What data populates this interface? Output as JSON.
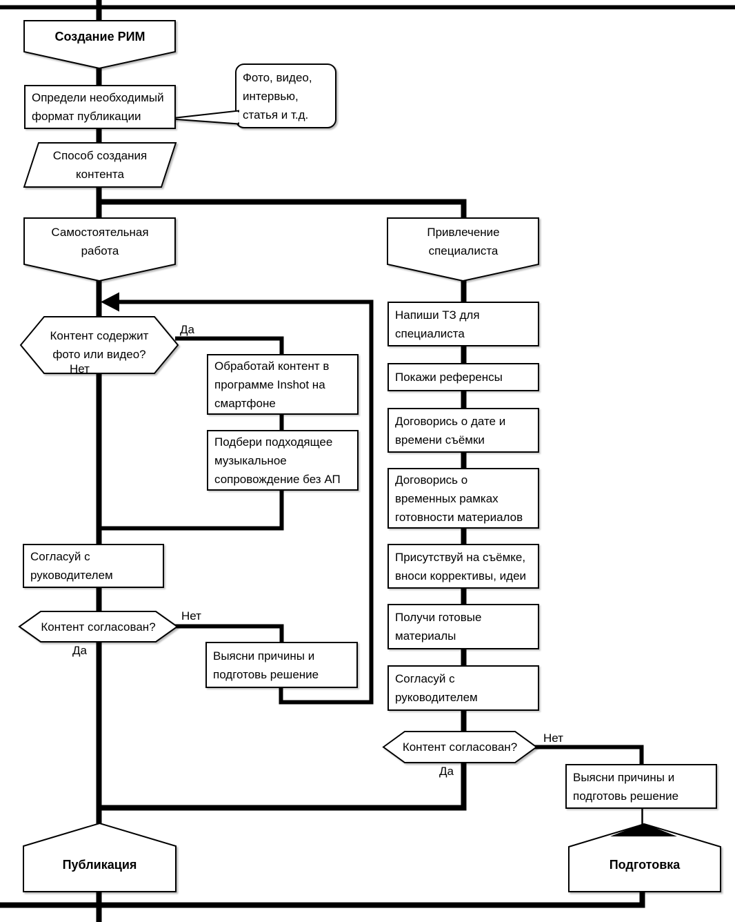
{
  "diagram": {
    "title": "Создание РИМ",
    "background_color": "#ffffff",
    "line_color": "#000000",
    "shape_fill": "#ffffff",
    "nodes": {
      "start": {
        "type": "banner",
        "label": "Создание РИМ"
      },
      "format": {
        "type": "process",
        "label": "Определи необходимый\nформат публикации"
      },
      "format_note": {
        "type": "callout",
        "label": "Фото, видео,\nинтервью,\nстатья и т.д."
      },
      "method": {
        "type": "data",
        "label": "Способ создания\nконтента"
      },
      "self_work": {
        "type": "banner",
        "label": "Самостоятельная\nработа"
      },
      "hire_specialist": {
        "type": "banner",
        "label": "Привлечение\nспециалиста"
      },
      "has_media": {
        "type": "decision",
        "label": "Контент содержит\nфото или видео?"
      },
      "edit_inshot": {
        "type": "process",
        "label": "Обработай контент в\nпрограмме Inshot на\nсмартфоне"
      },
      "pick_music": {
        "type": "process",
        "label": "Подбери подходящее\nмузыкальное\nсопровождение без АП"
      },
      "approve_left": {
        "type": "process",
        "label": "Согласуй с\nруководителем"
      },
      "approved_left": {
        "type": "decision",
        "label": "Контент согласован?"
      },
      "reasons_left": {
        "type": "process",
        "label": "Выясни причины и\nподготовь решение"
      },
      "write_brief": {
        "type": "process",
        "label": "Напиши ТЗ для\nспециалиста"
      },
      "show_references": {
        "type": "process",
        "label": "Покажи референсы"
      },
      "agree_date": {
        "type": "process",
        "label": "Договорись о дате и\nвремени съёмки"
      },
      "agree_deadlines": {
        "type": "process",
        "label": "Договорись о\nвременных рамках\nготовности материалов"
      },
      "attend_shoot": {
        "type": "process",
        "label": "Присутствуй на съёмке,\nвноси коррективы, идеи"
      },
      "get_materials": {
        "type": "process",
        "label": "Получи готовые\nматериалы"
      },
      "approve_right": {
        "type": "process",
        "label": "Согласуй с\nруководителем"
      },
      "approved_right": {
        "type": "decision",
        "label": "Контент согласован?"
      },
      "reasons_right": {
        "type": "process",
        "label": "Выясни причины и\nподготовь решение"
      },
      "publish": {
        "type": "terminal",
        "label": "Публикация"
      },
      "preparation": {
        "type": "terminal",
        "label": "Подготовка"
      }
    },
    "edge_labels": {
      "has_media_yes": "Да",
      "has_media_no": "Нет",
      "approved_left_no": "Нет",
      "approved_left_yes": "Да",
      "approved_right_no": "Нет",
      "approved_right_yes": "Да"
    }
  }
}
